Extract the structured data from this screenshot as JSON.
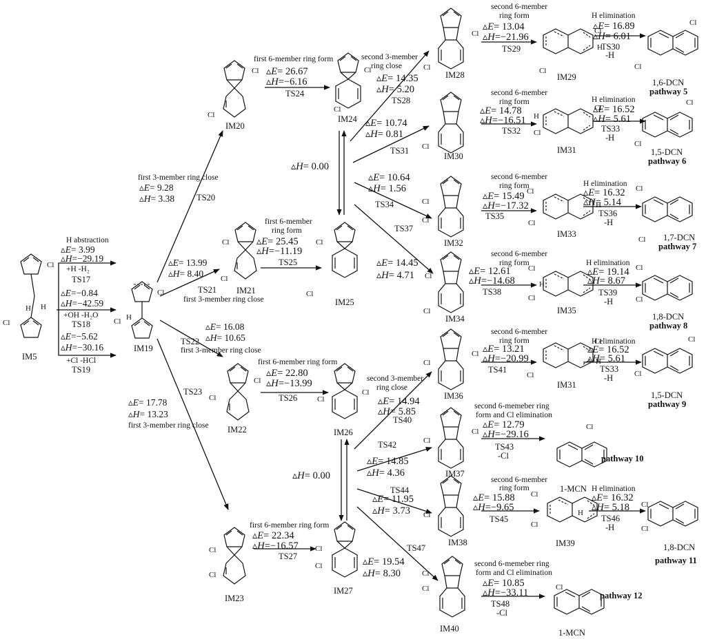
{
  "symbols": {
    "delta": "▵",
    "dE": "E",
    "dH": "H",
    "cl": "Cl",
    "h": "H"
  },
  "species": {
    "IM5": "IM5",
    "IM19": "IM19",
    "IM20": "IM20",
    "IM21": "IM21",
    "IM22": "IM22",
    "IM23": "IM23",
    "IM24": "IM24",
    "IM25": "IM25",
    "IM26": "IM26",
    "IM27": "IM27",
    "IM28": "IM28",
    "IM29": "IM29",
    "IM30": "IM30",
    "IM31": "IM31",
    "IM32": "IM32",
    "IM33": "IM33",
    "IM34": "IM34",
    "IM35": "IM35",
    "IM36": "IM36",
    "IM31b": "IM31",
    "IM37": "IM37",
    "IM38": "IM38",
    "IM39": "IM39",
    "IM40": "IM40"
  },
  "products": {
    "p5": "1,6-DCN",
    "p6": "1,5-DCN",
    "p7": "1,7-DCN",
    "p8": "1,8-DCN",
    "p9": "1,5-DCN",
    "p10": "1-MCN",
    "p11": "1,8-DCN",
    "p12": "1-MCN"
  },
  "pathways": {
    "pw5": "pathway 5",
    "pw6": "pathway 6",
    "pw7": "pathway 7",
    "pw8": "pathway 8",
    "pw9": "pathway 9",
    "pw10": "pathway 10",
    "pw11": "pathway 11",
    "pw12": "pathway 12"
  },
  "steps": {
    "s17": {
      "hdr": "H abstraction",
      "E": "= 3.99",
      "H": "=−29.19",
      "under": "+H    -H₂",
      "ts": "TS17"
    },
    "s18": {
      "E": "=−0.84",
      "H": "=−42.59",
      "under": "+OH   -H₂O",
      "ts": "TS18"
    },
    "s19": {
      "E": "=−5.62",
      "H": "=−30.16",
      "under": "+Cl    -HCl",
      "ts": "TS19"
    },
    "s20": {
      "hdr": "first 3-member ring close",
      "E": "= 9.28",
      "H": "= 3.38",
      "ts": "TS20"
    },
    "s21": {
      "E": "= 13.99",
      "H": "= 8.40",
      "ts": "TS21",
      "hdr2": "first 3-member ring close"
    },
    "s22": {
      "E": "= 16.08",
      "H": "= 10.65",
      "ts": "TS22",
      "hdr2": "first 3-member ring close"
    },
    "s23": {
      "ts": "TS23",
      "E": "= 17.78",
      "H": "= 13.23",
      "hdr2": "first 3-member ring close"
    },
    "s24": {
      "hdr": "first 6-member ring form",
      "E": "= 26.67",
      "H": "=−6.16",
      "ts": "TS24"
    },
    "s25": {
      "hdr": "first 6-member",
      "hdr2": "ring form",
      "E": "= 25.45",
      "H": "=−11.19",
      "ts": "TS25"
    },
    "s26": {
      "hdr": "first 6-member ring form",
      "E": "= 22.80",
      "H": "=−13.99",
      "ts": "TS26"
    },
    "s27": {
      "hdr": "first 6-member ring form",
      "E": "= 22.34",
      "H": "=−16.57",
      "ts": "TS27"
    },
    "eq1": {
      "H": "= 0.00"
    },
    "eq2": {
      "H": "= 0.00"
    },
    "eq25": {
      "E": "= 14.45",
      "H": "= 4.71"
    },
    "eq27": {
      "E": "= 19.54",
      "H": "= 8.30"
    },
    "s28": {
      "hdr": "second 3-member",
      "hdr2": "ring close",
      "E": "= 14.35",
      "H": "= 5.20",
      "ts": "TS28"
    },
    "s31": {
      "E": "= 10.74",
      "H": "= 0.81",
      "ts": "TS31"
    },
    "s34": {
      "E": "= 10.64",
      "H": "= 1.56",
      "ts": "TS34"
    },
    "s37": {
      "ts": "TS37"
    },
    "s40": {
      "hdr": "second 3-member",
      "hdr2": "ring close",
      "E": "= 14.94",
      "H": "= 5.85",
      "ts": "TS40"
    },
    "s42": {
      "ts": "TS42",
      "E": "= 14.85",
      "H": "= 4.36"
    },
    "s44": {
      "ts": "TS44",
      "E": "= 11.95",
      "H": "= 3.73"
    },
    "s47": {
      "ts": "TS47"
    },
    "s29": {
      "hdr": "second 6-member",
      "hdr2": "ring form",
      "E": "= 13.04",
      "H": "=−21.96",
      "ts": "TS29"
    },
    "s32": {
      "hdr": "second 6-member",
      "hdr2": "ring form",
      "E": "= 14.78",
      "H": "=−16.51",
      "ts": "TS32"
    },
    "s35": {
      "hdr": "second 6-member",
      "hdr2": "ring form",
      "E": "= 15.49",
      "H": "=−17.32",
      "ts": "TS35"
    },
    "s38": {
      "hdr": "second 6-member",
      "hdr2": "ring form",
      "E": "= 12.61",
      "H": "=−14.68",
      "ts": "TS38"
    },
    "s41": {
      "hdr": "second 6-member",
      "hdr2": "ring form",
      "E": "= 13.21",
      "H": "=−20.99",
      "ts": "TS41"
    },
    "s43": {
      "hdr": "second 6-memeber ring",
      "hdr2": "form and Cl elimination",
      "E": "= 12.79",
      "H": "=−29.16",
      "ts": "TS43",
      "under": "-Cl"
    },
    "s45": {
      "hdr": "second 6-member",
      "hdr2": "ring form",
      "E": "= 15.88",
      "H": "=−9.65",
      "ts": "TS45"
    },
    "s48": {
      "hdr": "second 6-memeber ring",
      "hdr2": "form and Cl elimination",
      "E": "= 10.85",
      "H": "=−33.11",
      "ts": "TS48",
      "under": "-Cl"
    },
    "s30": {
      "hdr": "H elimination",
      "E": "= 16.89",
      "H": "= 6.01",
      "ts": "TS30",
      "under": "-H"
    },
    "s33": {
      "hdr": "H elimination",
      "E": "= 16.52",
      "H": "= 5.61",
      "ts": "TS33",
      "under": "-H"
    },
    "s36": {
      "hdr": "H elimination",
      "E": "= 16.32",
      "H": "= 5.14",
      "ts": "TS36",
      "under": "-H"
    },
    "s39": {
      "hdr": "H elimination",
      "E": "= 19.14",
      "H": "= 8.67",
      "ts": "TS39",
      "under": "-H"
    },
    "s33b": {
      "hdr": "H elimination",
      "E": "= 16.52",
      "H": "= 5.61",
      "ts": "TS33",
      "under": "-H"
    },
    "s46": {
      "hdr": "H elimination",
      "E": "= 16.32",
      "H": "= 5.18",
      "ts": "TS46",
      "under": "-H"
    }
  }
}
